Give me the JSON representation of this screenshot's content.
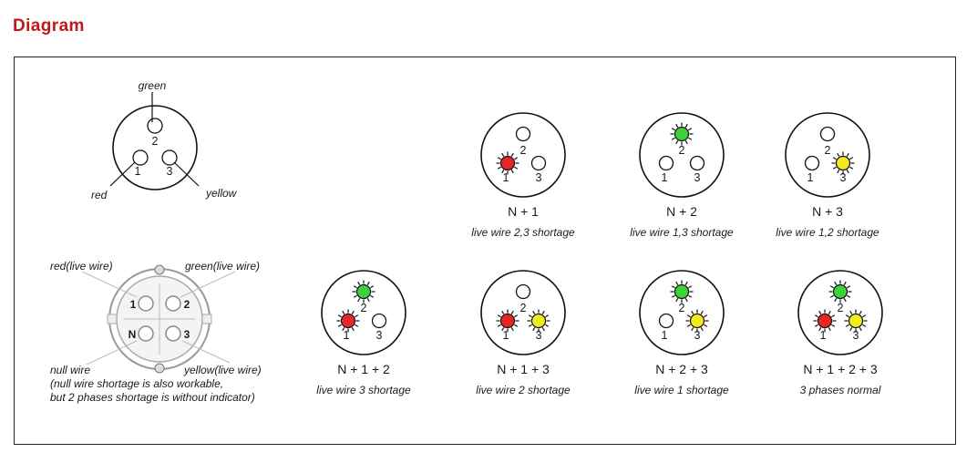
{
  "heading": "Diagram",
  "colors": {
    "heading": "#c0191c",
    "red": "#e82626",
    "green": "#3fd13a",
    "yellow": "#f2ec1e"
  },
  "plug": {
    "top": "green",
    "left": "red",
    "right": "yellow",
    "pins": [
      "1",
      "2",
      "3"
    ]
  },
  "socket": {
    "red_label": "red(live wire)",
    "green_label": "green(live wire)",
    "null_label": "null wire",
    "yellow_label": "yellow(live wire)",
    "note_line1": "(null wire shortage is also workable,",
    "note_line2": "but 2 phases shortage is without indicator)",
    "pins": [
      "1",
      "2",
      "N",
      "3"
    ]
  },
  "indicators": [
    {
      "label": "N + 1",
      "desc": "live wire 2,3 shortage",
      "lit": [
        "1"
      ]
    },
    {
      "label": "N + 2",
      "desc": "live wire 1,3 shortage",
      "lit": [
        "2"
      ]
    },
    {
      "label": "N + 3",
      "desc": "live wire 1,2 shortage",
      "lit": [
        "3"
      ]
    },
    {
      "label": "N + 1 + 2",
      "desc": "live wire 3 shortage",
      "lit": [
        "1",
        "2"
      ]
    },
    {
      "label": "N + 1 + 3",
      "desc": "live wire 2 shortage",
      "lit": [
        "1",
        "3"
      ]
    },
    {
      "label": "N + 2 + 3",
      "desc": "live wire 1 shortage",
      "lit": [
        "2",
        "3"
      ]
    },
    {
      "label": "N + 1 + 2 + 3",
      "desc": "3 phases normal",
      "lit": [
        "1",
        "2",
        "3"
      ]
    }
  ]
}
